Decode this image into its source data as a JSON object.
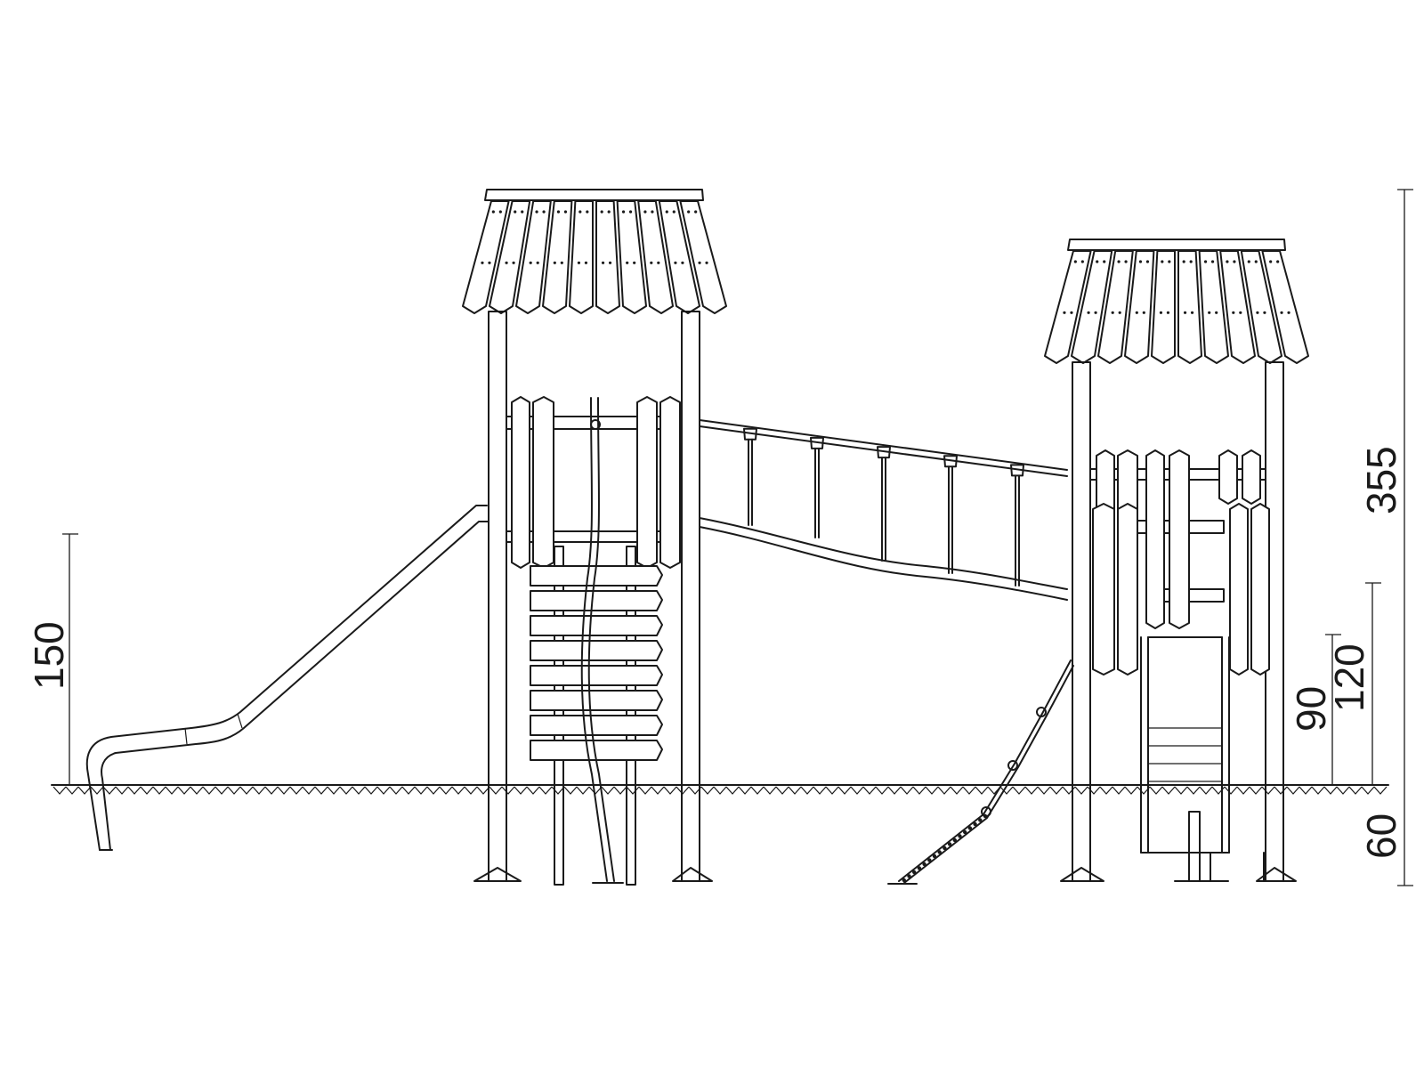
{
  "dimensions": {
    "slide_height": "150",
    "total_height": "355",
    "foundation_depth": "60",
    "platform_low": "90",
    "platform_high": "120"
  },
  "colors": {
    "line": "#1a1a1a",
    "background": "#ffffff"
  }
}
